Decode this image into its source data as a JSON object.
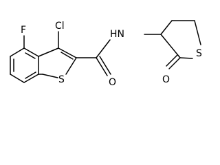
{
  "molecule": {
    "atoms": {
      "fluorine": "F",
      "chlorine": "Cl",
      "ring_sulfur": "S",
      "amide_nitrogen": "HN",
      "amide_oxygen": "O",
      "lactone_sulfur": "S",
      "lactone_oxygen": "O"
    }
  }
}
